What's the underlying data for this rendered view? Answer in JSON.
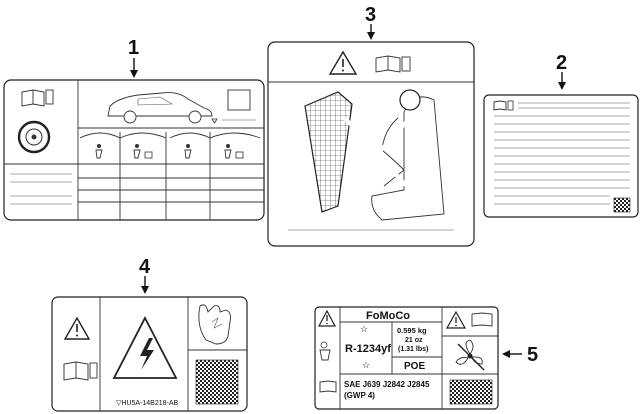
{
  "callouts": {
    "label1": "1",
    "label2": "2",
    "label3": "3",
    "label4": "4",
    "label5": "5"
  },
  "label4": {
    "part_number": "▽HU5A-14B218-AB"
  },
  "label5": {
    "brand": "FoMoCo",
    "charge_kg": "0.595 kg",
    "charge_oz": "21 oz",
    "charge_lbs": "(1.31 lbs)",
    "refrigerant": "R-1234yf",
    "oil": "POE",
    "sae_line": "SAE J639 J2842 J2845",
    "gwp_line": "(GWP 4)"
  },
  "icons": {
    "warning": "warning-triangle-icon",
    "manual": "owners-manual-icon",
    "tire": "tire-icon",
    "vehicle": "suv-vehicle-icon",
    "barcode": "qr-barcode-icon",
    "seat": "child-seat-icon",
    "high_voltage": "high-voltage-icon",
    "glove": "protective-glove-icon",
    "fan": "cooling-fan-icon"
  }
}
